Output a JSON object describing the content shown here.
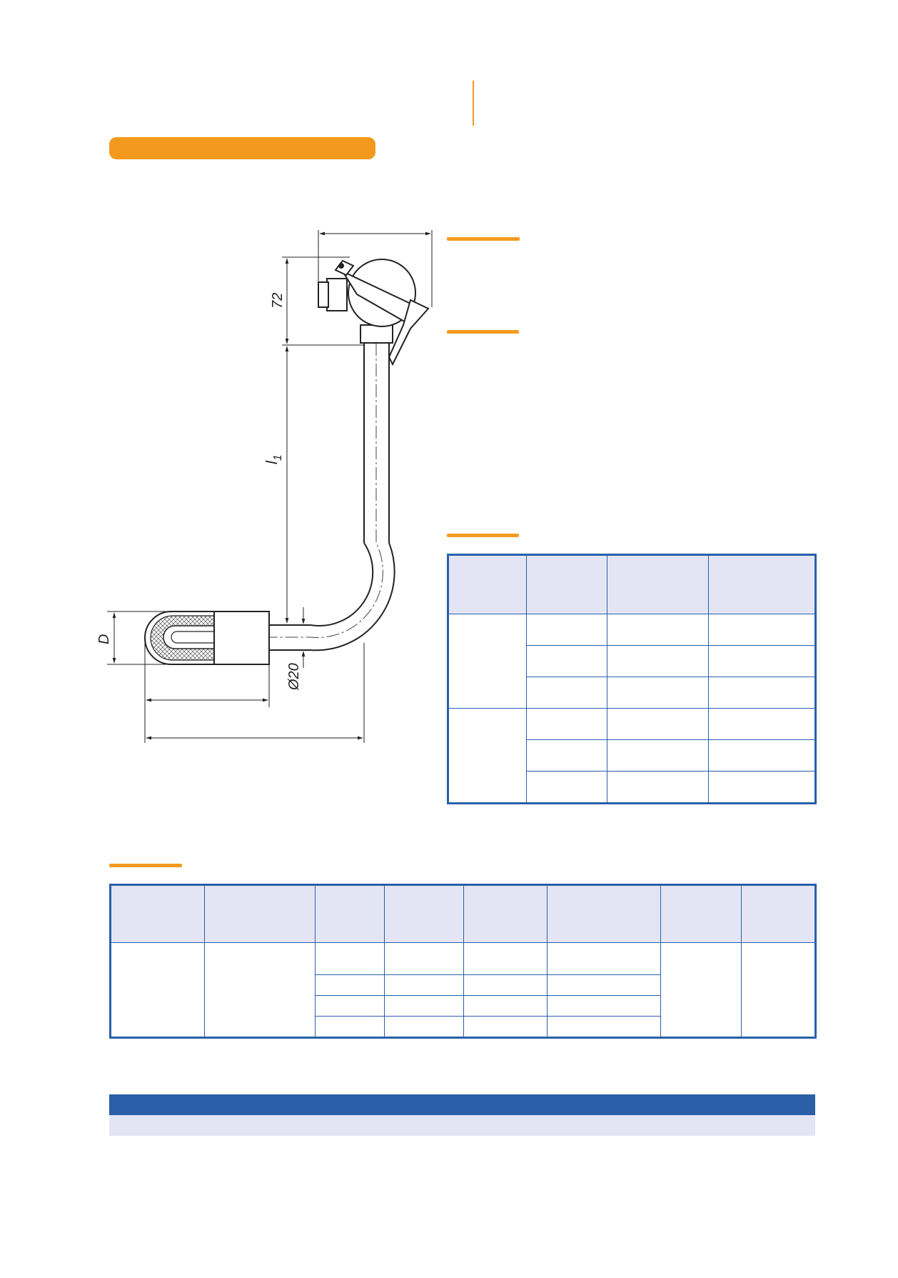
{
  "drawing": {
    "dim_head_height": "72",
    "dim_length": "l",
    "dim_length_subscript": "1",
    "dim_diameter_sleeve": "D",
    "dim_diameter_tube": "Ø20"
  },
  "colors": {
    "accent": "#f39a1e",
    "table_border": "#2a60a8",
    "table_header_bg": "#e3e5f5",
    "footer_bar": "#2a5ea6",
    "footer_strip": "#e3e5f5"
  }
}
